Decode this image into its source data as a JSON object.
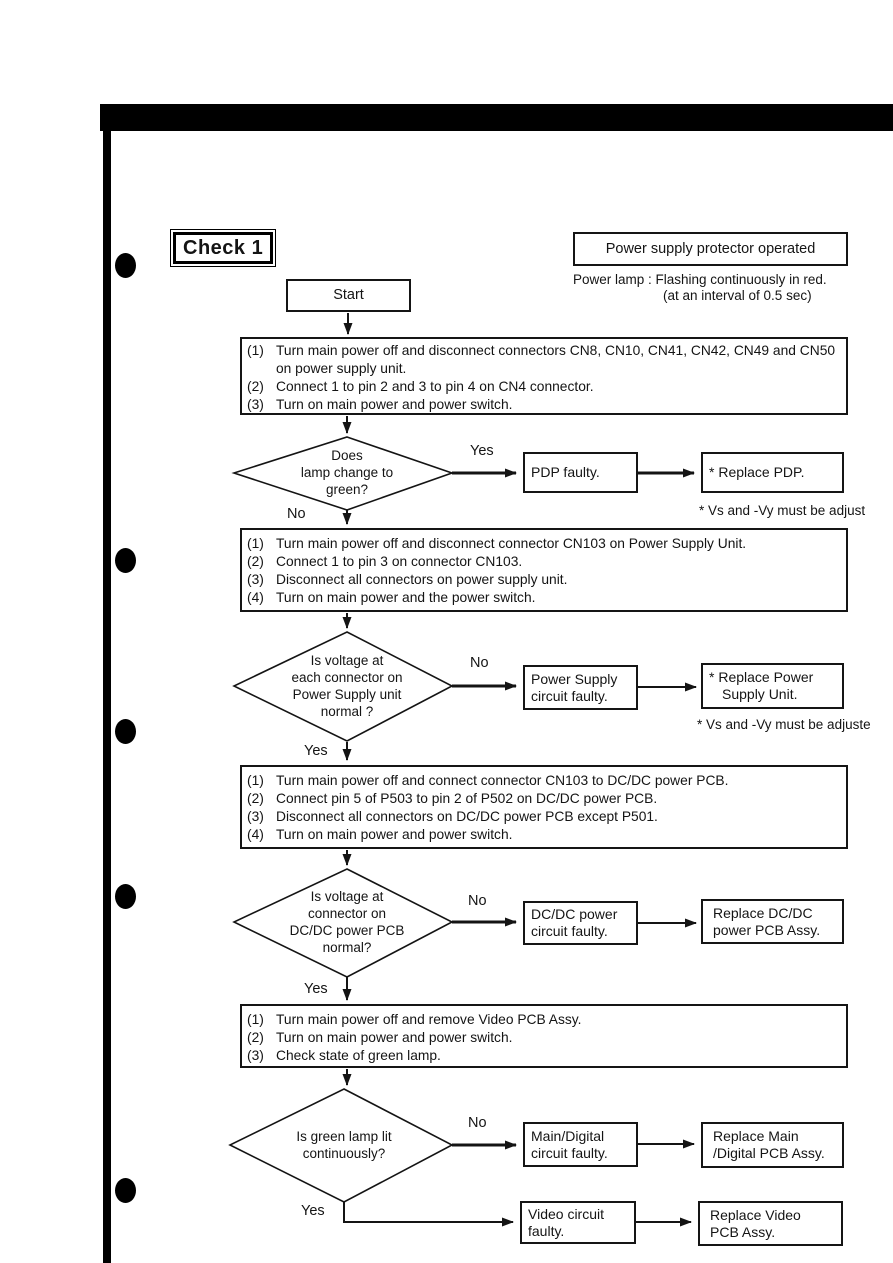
{
  "page": {
    "check_label": "Check 1",
    "condition": "Power supply protector operated",
    "caption_line1": "Power lamp : Flashing continuously in red.",
    "caption_line2": "(at an interval of 0.5 sec)",
    "start_label": "Start"
  },
  "flow": {
    "processes": [
      {
        "items": [
          {
            "n": "(1)",
            "t": "Turn main power off and disconnect connectors CN8, CN10, CN41, CN42, CN49 and CN50 on power supply unit."
          },
          {
            "n": "(2)",
            "t": "Connect 1 to pin 2 and 3 to pin 4 on CN4 connector."
          },
          {
            "n": "(3)",
            "t": "Turn on main power and power switch."
          }
        ]
      },
      {
        "items": [
          {
            "n": "(1)",
            "t": "Turn main power off and disconnect connector CN103 on Power Supply Unit."
          },
          {
            "n": "(2)",
            "t": "Connect 1 to pin 3 on connector CN103."
          },
          {
            "n": "(3)",
            "t": "Disconnect all connectors on power supply unit."
          },
          {
            "n": "(4)",
            "t": "Turn on main power and the power switch."
          }
        ]
      },
      {
        "items": [
          {
            "n": "(1)",
            "t": "Turn main power off and connect connector CN103 to DC/DC power PCB."
          },
          {
            "n": "(2)",
            "t": "Connect pin 5 of P503 to pin 2 of P502 on DC/DC power PCB."
          },
          {
            "n": "(3)",
            "t": "Disconnect all connectors on DC/DC power PCB except P501."
          },
          {
            "n": "(4)",
            "t": "Turn on main power and power switch."
          }
        ]
      },
      {
        "items": [
          {
            "n": "(1)",
            "t": "Turn main power off and remove Video PCB Assy."
          },
          {
            "n": "(2)",
            "t": "Turn on main power and power switch."
          },
          {
            "n": "(3)",
            "t": "Check state of green lamp."
          }
        ]
      }
    ],
    "decisions": [
      {
        "question": "Does\nlamp change to\ngreen?",
        "yes": "Yes",
        "no": "No"
      },
      {
        "question": "Is voltage at\neach connector on\nPower Supply unit\nnormal ?",
        "yes": "Yes",
        "no": "No"
      },
      {
        "question": "Is voltage at\nconnector on\nDC/DC power PCB\nnormal?",
        "yes": "Yes",
        "no": "No"
      },
      {
        "question": "Is green lamp lit\ncontinuously?",
        "yes": "Yes",
        "no": "No"
      }
    ],
    "results": [
      {
        "cause": "PDP faulty.",
        "action": "* Replace PDP.",
        "note": "* Vs and -Vy must be adjust"
      },
      {
        "cause": "Power Supply\ncircuit faulty.",
        "action": "* Replace Power\nSupply Unit.",
        "note": "* Vs and -Vy must be adjuste"
      },
      {
        "cause": "DC/DC power\ncircuit faulty.",
        "action": "Replace DC/DC\npower PCB Assy."
      },
      {
        "cause": "Main/Digital\ncircuit faulty.",
        "action": "Replace Main\n/Digital PCB Assy."
      },
      {
        "cause": "Video circuit\nfaulty.",
        "action": "Replace Video\nPCB Assy."
      }
    ]
  },
  "colors": {
    "ink": "#141414",
    "paper": "#ffffff"
  }
}
